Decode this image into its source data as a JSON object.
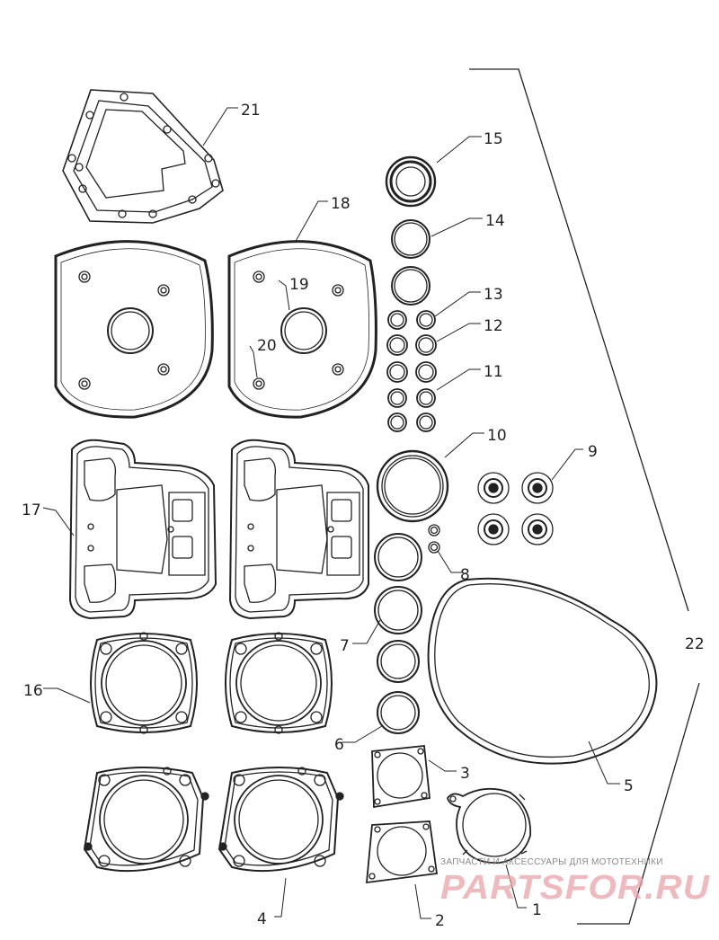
{
  "callouts": {
    "c1": "1",
    "c2": "2",
    "c3": "3",
    "c4": "4",
    "c5": "5",
    "c6": "6",
    "c7": "7",
    "c8": "8",
    "c9": "9",
    "c10": "10",
    "c11": "11",
    "c12": "12",
    "c13": "13",
    "c14": "14",
    "c15": "15",
    "c16": "16",
    "c17": "17",
    "c18": "18",
    "c19": "19",
    "c20": "20",
    "c21": "21",
    "c22": "22"
  },
  "watermark": {
    "tagline": "ЗАПЧАСТИ И АКСЕССУАРЫ ДЛЯ МОТОТЕХНИКИ",
    "brand": "PARTSFOR.RU"
  },
  "colors": {
    "line": "#222222",
    "watermark": "#e9a3a9"
  }
}
